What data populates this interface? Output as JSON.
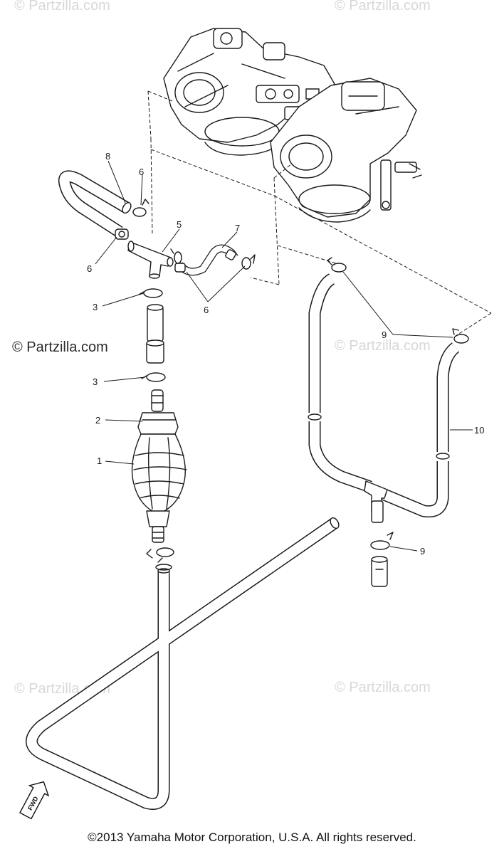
{
  "watermarks": {
    "top_left": "© Partzilla.com",
    "top_right": "© Partzilla.com",
    "mid_left": "© Partzilla.com",
    "mid_right": "© Partzilla.com",
    "low_left": "© Partzilla.com",
    "low_right": "© Partzilla.com"
  },
  "callouts": {
    "c1": "1",
    "c2": "2",
    "c3a": "3",
    "c3b": "3",
    "c5": "5",
    "c6a": "6",
    "c6b": "6",
    "c6c": "6",
    "c7": "7",
    "c8": "8",
    "c9a": "9",
    "c9b": "9",
    "c10": "10"
  },
  "fwd_label": "FWD",
  "copyright": "©2013 Yamaha Motor Corporation, U.S.A. All rights reserved."
}
